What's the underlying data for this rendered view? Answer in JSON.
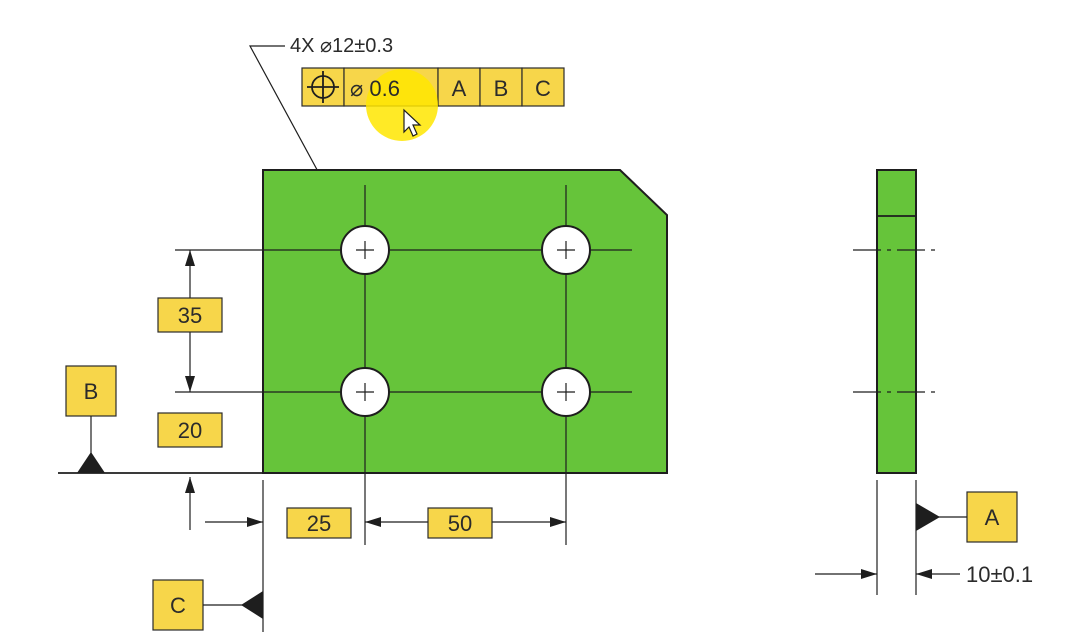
{
  "callout": {
    "hole_spec": "4X ⌀12±0.3",
    "position_symbol_icon": "position-crosshair-icon",
    "tolerance": "⌀ 0.6",
    "datum_refs": [
      "A",
      "B",
      "C"
    ]
  },
  "dimensions": {
    "vertical_spacing": "35",
    "vertical_offset": "20",
    "horizontal_offset": "25",
    "horizontal_spacing": "50",
    "thickness": "10±0.1"
  },
  "datums": {
    "b": "B",
    "c": "C",
    "a": "A"
  },
  "colors": {
    "part_fill": "#66c43a",
    "label_fill": "#f7d64a",
    "highlight": "#ffe600"
  }
}
